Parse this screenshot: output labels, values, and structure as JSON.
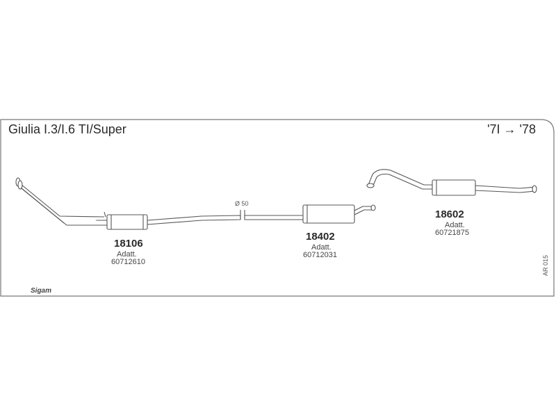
{
  "title": "Giulia I.3/I.6 TI/Super",
  "years": "'7I → '78",
  "diameter_label": "Ø 50",
  "reference_code": "AR 015",
  "logo": "Sigam",
  "parts": [
    {
      "code": "18106",
      "adapter_label": "Adatt.",
      "adapter_code": "60712610"
    },
    {
      "code": "18402",
      "adapter_label": "Adatt.",
      "adapter_code": "60712031"
    },
    {
      "code": "18602",
      "adapter_label": "Adatt.",
      "adapter_code": "60721875"
    }
  ]
}
